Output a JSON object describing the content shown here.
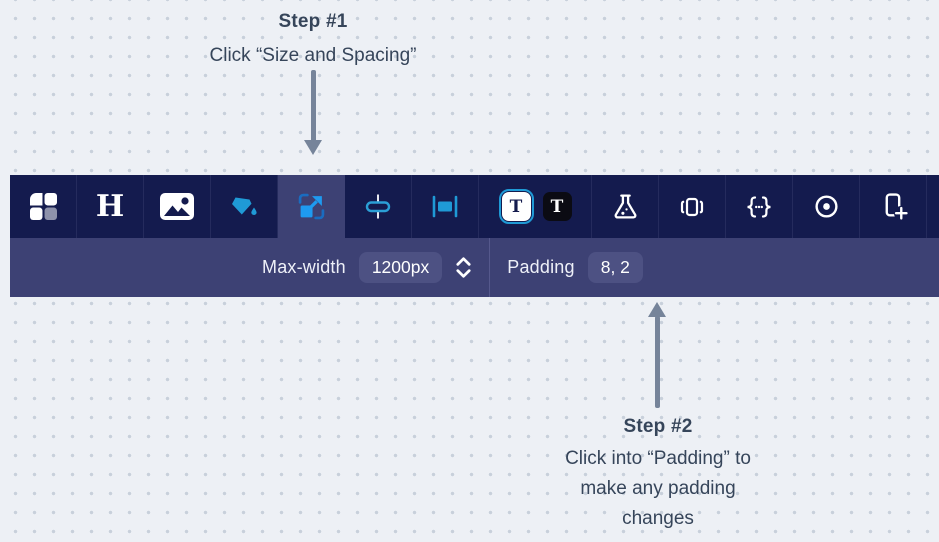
{
  "annotations": {
    "step1": {
      "title": "Step #1",
      "subtitle": "Click “Size and Spacing”"
    },
    "step2": {
      "title": "Step #2",
      "lines": [
        "Click into “Padding” to",
        "make any padding",
        "changes"
      ]
    }
  },
  "toolbar": {
    "glyphs": {
      "heading": "H",
      "text": "T"
    },
    "buttons": [
      {
        "name": "blocks",
        "selected": false
      },
      {
        "name": "heading",
        "selected": false
      },
      {
        "name": "image",
        "selected": false
      },
      {
        "name": "fill-color",
        "selected": false
      },
      {
        "name": "size-and-spacing",
        "selected": true
      },
      {
        "name": "horizontal-spacing",
        "selected": false
      },
      {
        "name": "max-width",
        "selected": false
      },
      {
        "name": "text-style-light",
        "selected": true
      },
      {
        "name": "text-style-dark",
        "selected": false
      },
      {
        "name": "experiment",
        "selected": false
      },
      {
        "name": "carousel",
        "selected": false
      },
      {
        "name": "custom-code",
        "selected": false
      },
      {
        "name": "focal-point",
        "selected": false
      },
      {
        "name": "add-to-phone",
        "selected": false
      }
    ],
    "subbar": {
      "max_width_label": "Max-width",
      "max_width_value": "1200px",
      "padding_label": "Padding",
      "padding_value": "8, 2"
    }
  },
  "colors": {
    "toolbar_bg": "#141b4e",
    "subbar_bg": "#3d4174",
    "pill_bg": "#4d5183",
    "accent_blue": "#1f9ad6",
    "bright_blue": "#1e9af0",
    "annotation_text": "#36455a",
    "arrow": "#76849a",
    "page_bg": "#edf0f5"
  }
}
